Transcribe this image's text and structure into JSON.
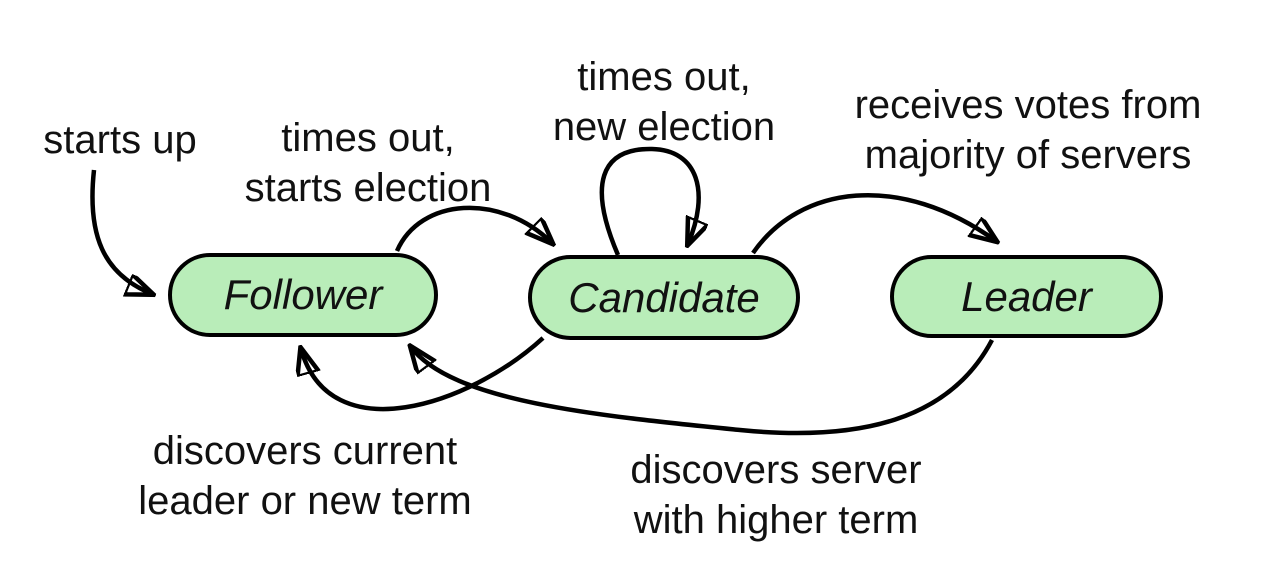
{
  "diagram": {
    "colors": {
      "state_fill": "#b9edb9",
      "stroke": "#000000",
      "background": "#ffffff",
      "text": "#111111"
    },
    "states": [
      {
        "label": "Follower"
      },
      {
        "label": "Candidate"
      },
      {
        "label": "Leader"
      }
    ],
    "transitions": [
      {
        "name": "starts-up",
        "from": "start",
        "to": "Follower",
        "lines": [
          "starts up"
        ]
      },
      {
        "name": "follower-to-candidate",
        "from": "Follower",
        "to": "Candidate",
        "lines": [
          "times out,",
          "starts election"
        ]
      },
      {
        "name": "candidate-self-loop",
        "from": "Candidate",
        "to": "Candidate",
        "lines": [
          "times out,",
          "new election"
        ]
      },
      {
        "name": "candidate-to-leader",
        "from": "Candidate",
        "to": "Leader",
        "lines": [
          "receives votes from",
          "majority of servers"
        ]
      },
      {
        "name": "candidate-to-follower",
        "from": "Candidate",
        "to": "Follower",
        "lines": [
          "discovers current",
          "leader or new term"
        ]
      },
      {
        "name": "leader-to-follower",
        "from": "Leader",
        "to": "Follower",
        "lines": [
          "discovers server",
          "with higher term"
        ]
      }
    ]
  }
}
